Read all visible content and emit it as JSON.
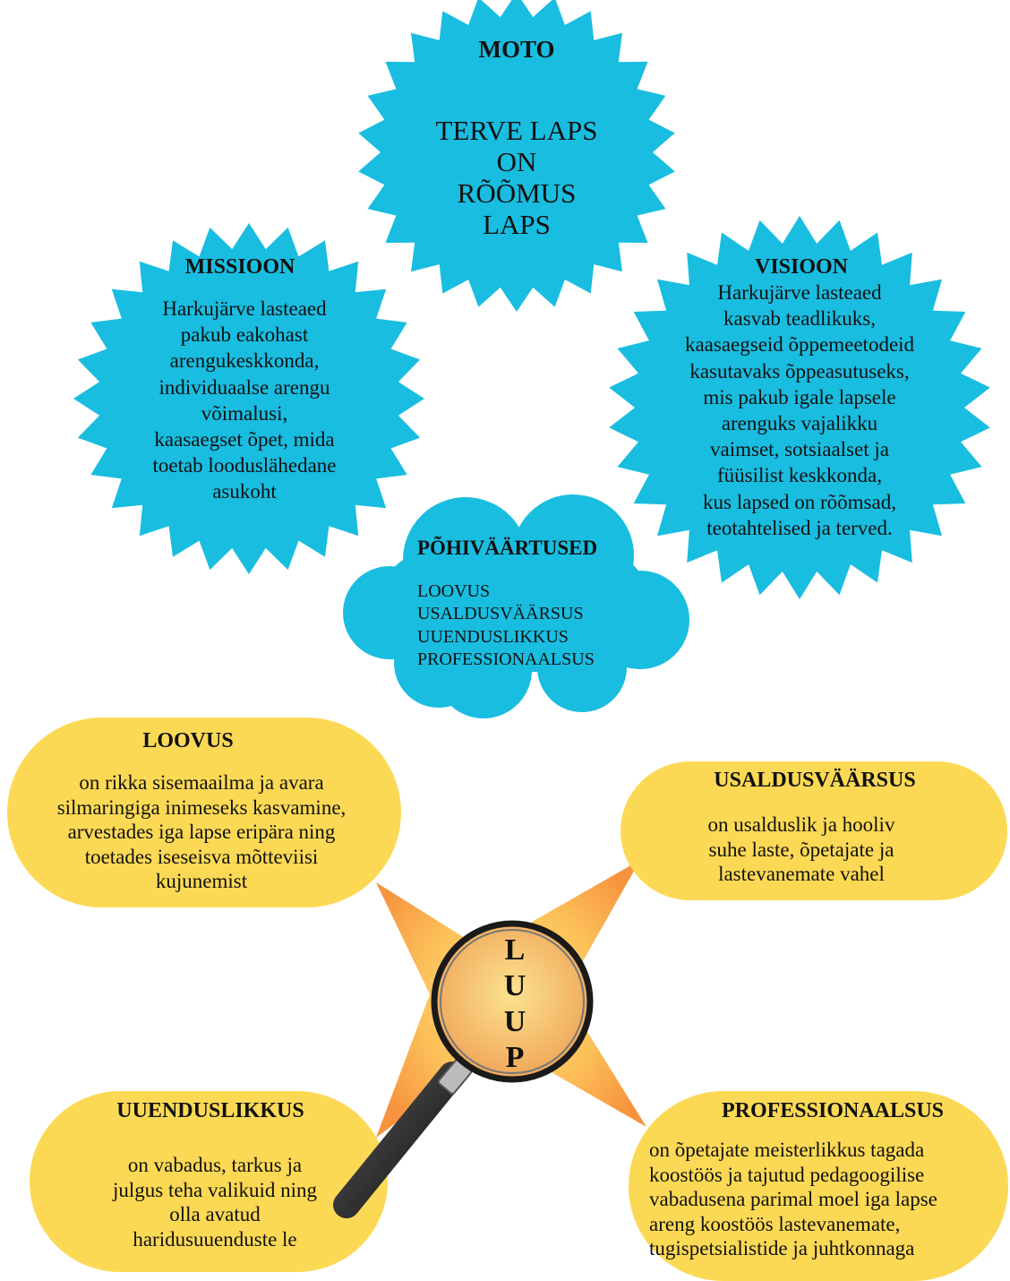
{
  "moto": {
    "title": "MOTO",
    "lines": [
      "TERVE LAPS",
      "ON",
      "RÕÕMUS",
      "LAPS"
    ]
  },
  "missioon": {
    "title": "MISSIOON",
    "lines": [
      "Harkujärve lasteaed",
      "pakub eakohast",
      "arengukeskkonda,",
      "individuaalse arengu",
      "võimalusi,",
      "kaasaegset õpet, mida",
      "toetab looduslähedane",
      "asukoht"
    ]
  },
  "visioon": {
    "title": "VISIOON",
    "lines": [
      "Harkujärve lasteaed",
      "kasvab teadlikuks,",
      "kaasaegseid õppemeetodeid",
      "kasutavaks õppeasutuseks,",
      "mis pakub igale lapsele",
      "arenguks vajalikku",
      "vaimset, sotsiaalset ja",
      "füüsilist keskkonda,",
      "kus lapsed on rõõmsad,",
      "teotahtelised ja terved."
    ]
  },
  "pohivaartused": {
    "title": "PÕHIVÄÄRTUSED",
    "items": [
      "LOOVUS",
      "USALDUSVÄÄRSUS",
      "UUENDUSLIKKUS",
      "PROFESSIONAALSUS"
    ]
  },
  "loovus": {
    "title": "LOOVUS",
    "lines": [
      "on rikka sisemaailma  ja avara",
      "silmaringiga inimeseks kasvamine,",
      "arvestades iga lapse eripära ning",
      "toetades iseseisva mõtteviisi",
      "kujunemist"
    ]
  },
  "usaldusvaarsus": {
    "title": "USALDUSVÄÄRSUS",
    "lines": [
      "on usalduslik ja hooliv",
      "suhe  laste, õpetajate ja",
      "lastevanemate vahel"
    ]
  },
  "uuenduslikkus": {
    "title": "UUENDUSLIKKUS",
    "lines": [
      "on vabadus, tarkus ja",
      "julgus teha valikuid ning",
      "olla avatud",
      "haridusuuenduste le"
    ]
  },
  "professionaalsus": {
    "title": "PROFESSIONAALSUS",
    "lines": [
      "on õpetajate meisterlikkus tagada",
      "koostöös ja tajutud pedagoogilise",
      "vabadusena parimal moel iga lapse",
      "areng koostöös lastevanemate,",
      "tugispetsialistide ja  juhtkonnaga"
    ]
  },
  "luup": [
    "L",
    "U",
    "U",
    "P"
  ],
  "colors": {
    "cyan": "#19bde0",
    "yellow": "#fcd955",
    "orange_light": "#fdd46a",
    "orange_dark": "#f7923e"
  },
  "icons": [
    "magnifier-icon"
  ]
}
